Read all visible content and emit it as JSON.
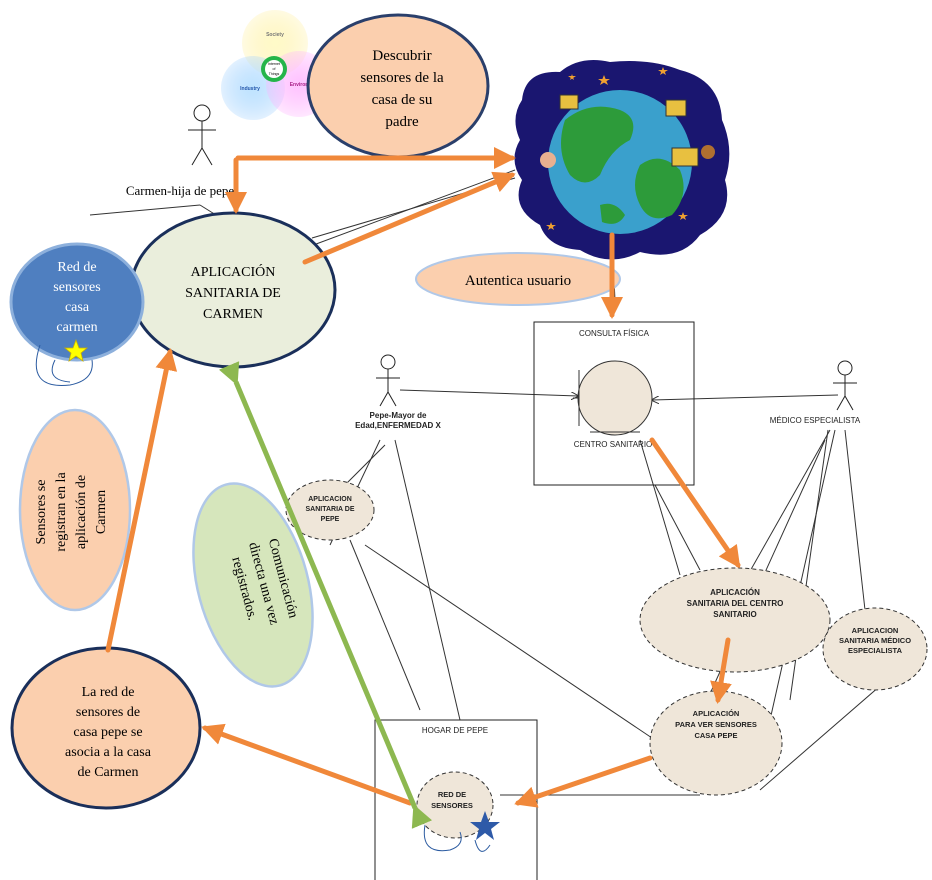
{
  "venn": {
    "top": "Society",
    "left": "Industry",
    "right": "Environment",
    "center": [
      "Internet",
      "of",
      "Things"
    ]
  },
  "bubbles": {
    "descubrir": [
      "Descubrir",
      "sensores de la",
      "casa de su",
      "padre"
    ],
    "app_carmen": [
      "APLICACIÓN",
      "SANITARIA DE",
      "CARMEN"
    ],
    "red_carmen": [
      "Red de",
      "sensores",
      "casa",
      "carmen"
    ],
    "autentica": "Autentica usuario",
    "sensores_registran": [
      "Sensores se",
      "registran en la",
      "aplicación de",
      "Carmen"
    ],
    "comunicacion": [
      "Comunicación",
      "directa una vez",
      "registrados."
    ],
    "red_pepe_asocia": [
      "La red de",
      "sensores de",
      "casa pepe se",
      "asocia a la casa",
      "de Carmen"
    ]
  },
  "actors": {
    "carmen": "Carmen-hija de pepe",
    "pepe": [
      "Pepe-Mayor de",
      "Edad,ENFERMEDAD X"
    ],
    "medico": "MÉDICO ESPECIALISTA"
  },
  "boxes": {
    "consulta": "CONSULTA FÍSICA",
    "hogar": "HOGAR DE PEPE"
  },
  "usecases": {
    "centro": "CENTRO SANITARIO",
    "app_pepe": [
      "APLICACION",
      "SANITARIA DE",
      "PEPE"
    ],
    "app_centro": [
      "APLICACIÓN",
      "SANITARIA DEL CENTRO",
      "SANITARIO"
    ],
    "app_medico": [
      "APLICACION",
      "SANITARIA MÉDICO",
      "ESPECIALISTA"
    ],
    "app_ver": [
      "APLICACIÓN",
      "PARA VER SENSORES",
      "CASA PEPE"
    ],
    "red_sensores": [
      "RED DE",
      "SENSORES"
    ]
  },
  "colors": {
    "orange_arrow": "#f0883a",
    "green_arrow": "#8db850",
    "peach": "#fbcfae",
    "pale_green": "#eaeedc",
    "blue_node": "#4f7fc0",
    "uc_fill": "#efe6d9"
  }
}
